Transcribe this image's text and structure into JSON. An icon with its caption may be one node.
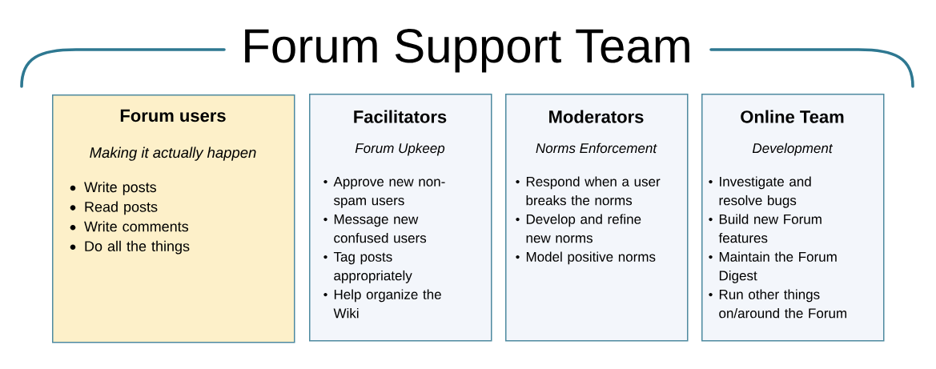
{
  "diagram": {
    "title": "Forum Support Team",
    "nodes": [
      {
        "text": [
          "Forum users",
          "Making it actually happen",
          "Write posts",
          "Read posts",
          "Write comments",
          "Do all the things"
        ]
      },
      {
        "text": [
          "Facilitators",
          "Forum Upkeep",
          "Approve new non-spam users",
          "Message new confused users",
          "Tag posts appropriately",
          "Help organize the Wiki"
        ]
      },
      {
        "text": [
          "Moderators",
          "Norms Enforcement",
          "Respond when a user breaks the norms",
          "Develop and refine new norms",
          "Model positive norms"
        ]
      },
      {
        "text": [
          "Online Team",
          "Development",
          "Investigate and resolve bugs",
          "Build new Forum features",
          "Maintain the Forum Digest",
          "Run other things on/around the Forum"
        ]
      }
    ]
  }
}
